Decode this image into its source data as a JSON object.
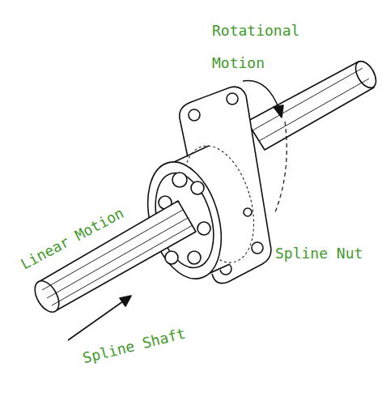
{
  "diagram": {
    "labels": [
      "Rotational Motion",
      "Linear Motion",
      "Spline Nut",
      "Spline Shaft"
    ]
  }
}
